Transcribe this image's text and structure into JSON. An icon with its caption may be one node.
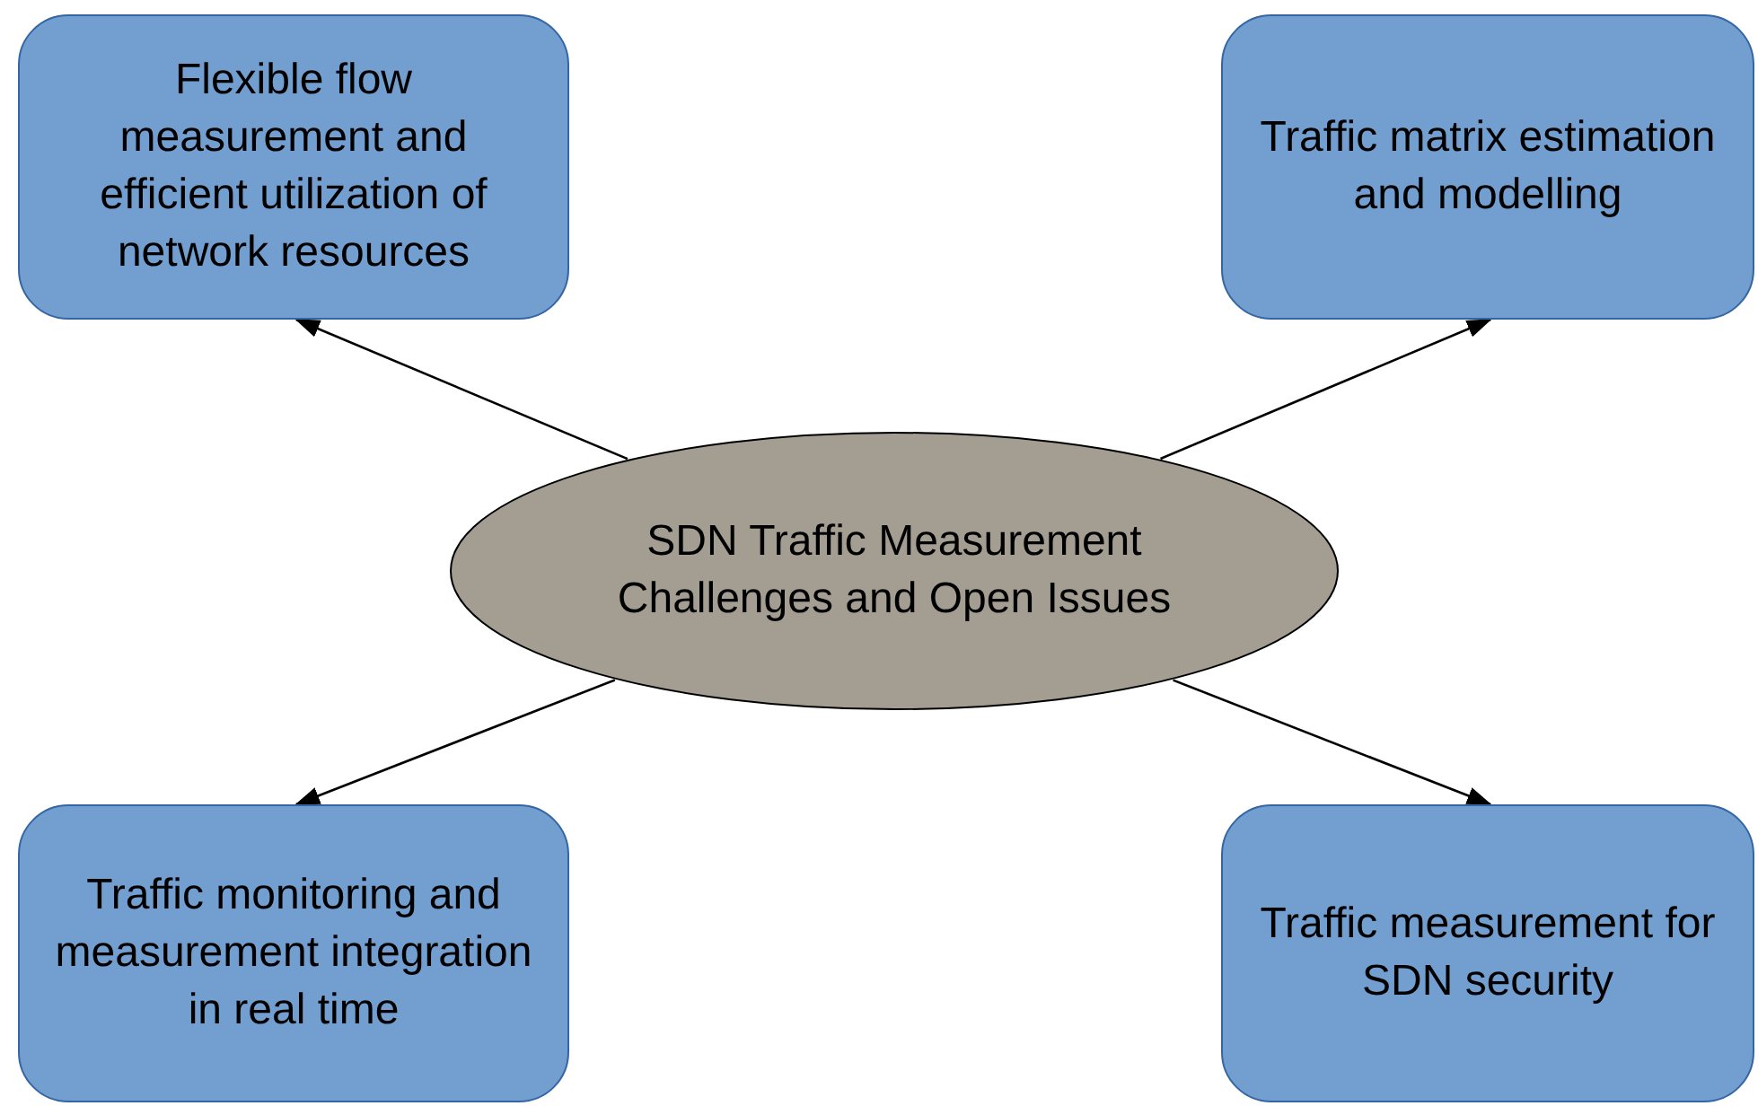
{
  "diagram": {
    "nodes": [
      {
        "text": [
          "Flexible flow measurement and efficient utilization of network resources"
        ]
      },
      {
        "text": [
          "Traffic matrix estimation and modelling"
        ]
      },
      {
        "text": [
          "SDN Traffic Measurement Challenges and Open Issues"
        ]
      },
      {
        "text": [
          "Traffic monitoring and measurement integration in real time"
        ]
      },
      {
        "text": [
          "Traffic measurement for SDN security"
        ]
      }
    ],
    "edges": [
      {
        "from": 2,
        "to": 0,
        "arrow": "to"
      },
      {
        "from": 2,
        "to": 1,
        "arrow": "to"
      },
      {
        "from": 2,
        "to": 3,
        "arrow": "to"
      },
      {
        "from": 2,
        "to": 4,
        "arrow": "to"
      }
    ]
  }
}
